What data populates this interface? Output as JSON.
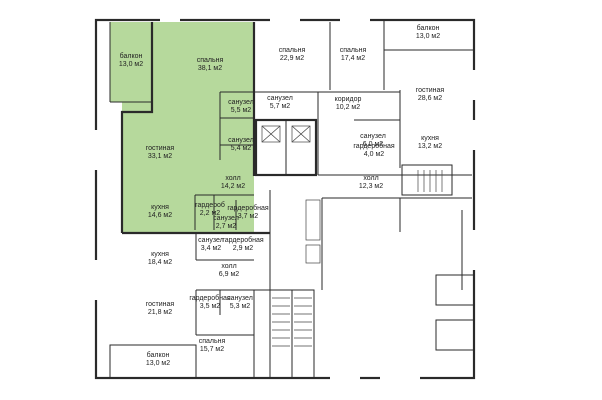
{
  "colors": {
    "highlight_fill": "#b6d99c",
    "wall": "#2a2a2a",
    "background": "#ffffff"
  },
  "rooms": [
    {
      "id": "balcony-top-right",
      "name": "балкон",
      "area": "13,0 м2"
    },
    {
      "id": "balcony-left",
      "name": "балкон",
      "area": "13,0 м2"
    },
    {
      "id": "bedroom-green",
      "name": "спальня",
      "area": "38,1 м2"
    },
    {
      "id": "bedroom-top-1",
      "name": "спальня",
      "area": "22,9 м2"
    },
    {
      "id": "bedroom-top-2",
      "name": "спальня",
      "area": "17,4 м2"
    },
    {
      "id": "bathroom-green-1",
      "name": "санузел",
      "area": "5,5 м2"
    },
    {
      "id": "bathroom-top",
      "name": "санузел",
      "area": "5,7 м2"
    },
    {
      "id": "corridor",
      "name": "коридор",
      "area": "10,2 м2"
    },
    {
      "id": "living-right",
      "name": "гостиная",
      "area": "28,6 м2"
    },
    {
      "id": "living-green",
      "name": "гостиная",
      "area": "33,1 м2"
    },
    {
      "id": "bathroom-green-2",
      "name": "санузел",
      "area": "5,4 м2"
    },
    {
      "id": "bathroom-right",
      "name": "санузел",
      "area": "6,0 м2"
    },
    {
      "id": "wardrobe-right",
      "name": "гардеробная",
      "area": "4,0 м2"
    },
    {
      "id": "kitchen-right",
      "name": "кухня",
      "area": "13,2 м2"
    },
    {
      "id": "hall-green",
      "name": "холл",
      "area": "14,2 м2"
    },
    {
      "id": "hall-right",
      "name": "холл",
      "area": "12,3 м2"
    },
    {
      "id": "wardrobe-green-1",
      "name": "гардероб",
      "area": "2,2 м2"
    },
    {
      "id": "wardrobe-green-2",
      "name": "гардеробная",
      "area": "3,7 м2"
    },
    {
      "id": "kitchen-green",
      "name": "кухня",
      "area": "14,6 м2"
    },
    {
      "id": "bathroom-green-3",
      "name": "санузел",
      "area": "2,7 м2"
    },
    {
      "id": "bathroom-lower",
      "name": "санузел",
      "area": "3,4 м2"
    },
    {
      "id": "wardrobe-lower",
      "name": "гардеробная",
      "area": "2,9 м2"
    },
    {
      "id": "kitchen-lower",
      "name": "кухня",
      "area": "18,4 м2"
    },
    {
      "id": "hall-lower",
      "name": "холл",
      "area": "6,9 м2"
    },
    {
      "id": "wardrobe-bottom",
      "name": "гардеробная",
      "area": "3,5 м2"
    },
    {
      "id": "bathroom-bottom",
      "name": "санузел",
      "area": "5,3 м2"
    },
    {
      "id": "living-lower",
      "name": "гостиная",
      "area": "21,8 м2"
    },
    {
      "id": "bedroom-bottom",
      "name": "спальня",
      "area": "15,7 м2"
    },
    {
      "id": "balcony-bottom",
      "name": "балкон",
      "area": "13,0 м2"
    }
  ]
}
